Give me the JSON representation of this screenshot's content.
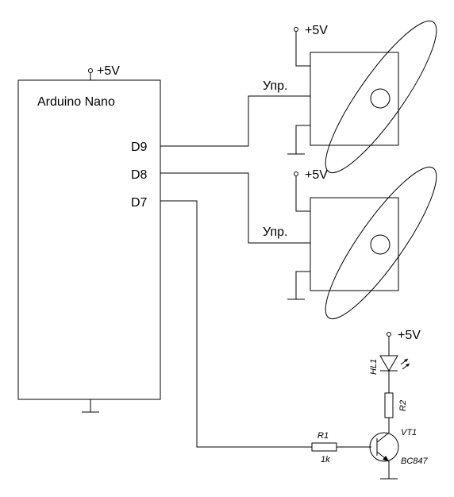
{
  "mcu": {
    "title": "Arduino Nano",
    "supply": "+5V",
    "pins": [
      "D9",
      "D8",
      "D7"
    ]
  },
  "servo_top": {
    "supply": "+5V",
    "control": "Упр."
  },
  "servo_bottom": {
    "supply": "+5V",
    "control": "Упр."
  },
  "led_stage": {
    "supply": "+5V",
    "led": "HL1",
    "resistor_r2": "R2",
    "resistor_r1": "R1",
    "resistor_r1_value": "1k",
    "transistor": "VT1",
    "transistor_type": "BC847"
  }
}
